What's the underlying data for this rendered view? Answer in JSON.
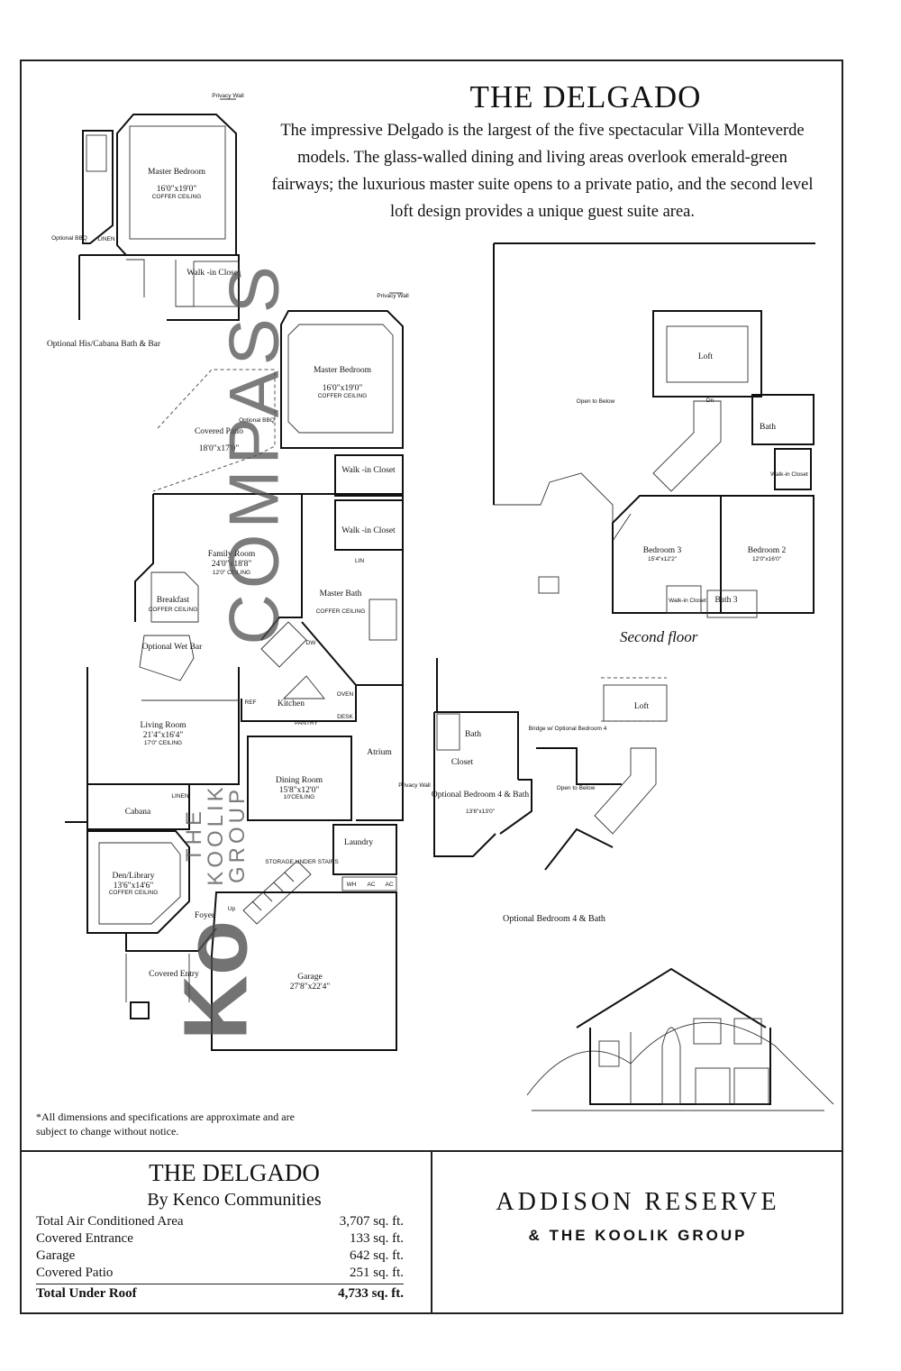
{
  "header": {
    "title": "THE DELGADO",
    "intro": "The impressive Delgado is the largest of the five spectacular Villa Monteverde models. The glass-walled dining and living areas overlook emerald-green fairways; the luxurious master suite opens to a private patio, and the second level loft design provides a unique guest suite area."
  },
  "first_floor": {
    "rooms": [
      {
        "name": "Master Bedroom",
        "dims": "16'0\"x19'0\"",
        "note": "COFFER CEILING"
      },
      {
        "name": "Walk -in Closet",
        "dims": "",
        "note": ""
      },
      {
        "name": "Optional His/Cabana Bath & Bar",
        "dims": "",
        "note": ""
      },
      {
        "name": "Covered Patio",
        "dims": "18'0\"x17'0\"",
        "note": ""
      },
      {
        "name": "Master Bedroom",
        "dims": "16'0\"x19'0\"",
        "note": "COFFER CEILING"
      },
      {
        "name": "Walk -in Closet",
        "dims": "",
        "note": ""
      },
      {
        "name": "Walk -in Closet",
        "dims": "",
        "note": ""
      },
      {
        "name": "Family Room",
        "dims": "24'0\"x18'8\"",
        "note": "12'0\" CEILING"
      },
      {
        "name": "Breakfast",
        "dims": "",
        "note": "COFFER CEILING"
      },
      {
        "name": "Master Bath",
        "dims": "",
        "note": "COFFER CEILING"
      },
      {
        "name": "Optional Wet Bar",
        "dims": "",
        "note": ""
      },
      {
        "name": "Kitchen",
        "dims": "",
        "note": ""
      },
      {
        "name": "Living Room",
        "dims": "21'4\"x16'4\"",
        "note": "17'0\" CEILING"
      },
      {
        "name": "Atrium",
        "dims": "",
        "note": ""
      },
      {
        "name": "Dining Room",
        "dims": "15'8\"x12'0\"",
        "note": "10'CEILING"
      },
      {
        "name": "Cabana",
        "dims": "",
        "note": ""
      },
      {
        "name": "Laundry",
        "dims": "",
        "note": ""
      },
      {
        "name": "Den/Library",
        "dims": "13'6\"x14'6\"",
        "note": "COFFER CEILING"
      },
      {
        "name": "Foyer",
        "dims": "",
        "note": ""
      },
      {
        "name": "Covered Entry",
        "dims": "",
        "note": ""
      },
      {
        "name": "Garage",
        "dims": "27'8\"x22'4\"",
        "note": ""
      }
    ],
    "small_labels": {
      "privacy_wall": "Privacy Wall",
      "optional_bbq": "Optional BBQ",
      "linen": "LINEN",
      "ref": "REF",
      "pantry": "PANTRY",
      "oven": "OVEN",
      "desk": "DESK",
      "storage": "STORAGE UNDER STAIRS",
      "up": "Up",
      "wh": "WH",
      "ac": "AC",
      "dw": "DW",
      "lin": "LIN"
    }
  },
  "second_floor": {
    "caption": "Second floor",
    "rooms": [
      {
        "name": "Loft",
        "dims": ""
      },
      {
        "name": "Open to Below",
        "dims": ""
      },
      {
        "name": "Bath",
        "dims": ""
      },
      {
        "name": "Walk-in Closet",
        "dims": ""
      },
      {
        "name": "Bedroom 3",
        "dims": "15'4\"x12'2\""
      },
      {
        "name": "Bedroom 2",
        "dims": "12'0\"x16'0\""
      },
      {
        "name": "Walk-in Closet",
        "dims": ""
      },
      {
        "name": "Bath 3",
        "dims": ""
      }
    ],
    "dn": "Dn"
  },
  "optional_plan": {
    "caption": "Optional Bedroom 4 & Bath",
    "rooms": [
      {
        "name": "Loft",
        "dims": ""
      },
      {
        "name": "Bath",
        "dims": ""
      },
      {
        "name": "Bridge w/ Optional Bedroom 4",
        "dims": ""
      },
      {
        "name": "Closet",
        "dims": ""
      },
      {
        "name": "Open to Below",
        "dims": ""
      },
      {
        "name": "Optional Bedroom 4 & Bath",
        "dims": "13'6\"x13'0\""
      }
    ]
  },
  "disclaimer": "*All dimensions and specifications are approximate and are subject to change without notice.",
  "summary": {
    "title": "THE DELGADO",
    "builder": "By Kenco Communities",
    "rows": [
      {
        "label": "Total Air Conditioned Area",
        "value": "3,707 sq. ft."
      },
      {
        "label": "Covered Entrance",
        "value": "133 sq. ft."
      },
      {
        "label": "Garage",
        "value": "642 sq. ft."
      },
      {
        "label": "Covered Patio",
        "value": "251 sq. ft."
      }
    ],
    "total": {
      "label": "Total Under Roof",
      "value": "4,733 sq. ft."
    }
  },
  "brand": {
    "name": "ADDISON RESERVE",
    "sub": "& THE KOOLIK GROUP"
  },
  "watermarks": {
    "compass": "COMPASS",
    "koolik": "THE\nKOOLIK\nGROUP",
    "ko": "Ko"
  }
}
